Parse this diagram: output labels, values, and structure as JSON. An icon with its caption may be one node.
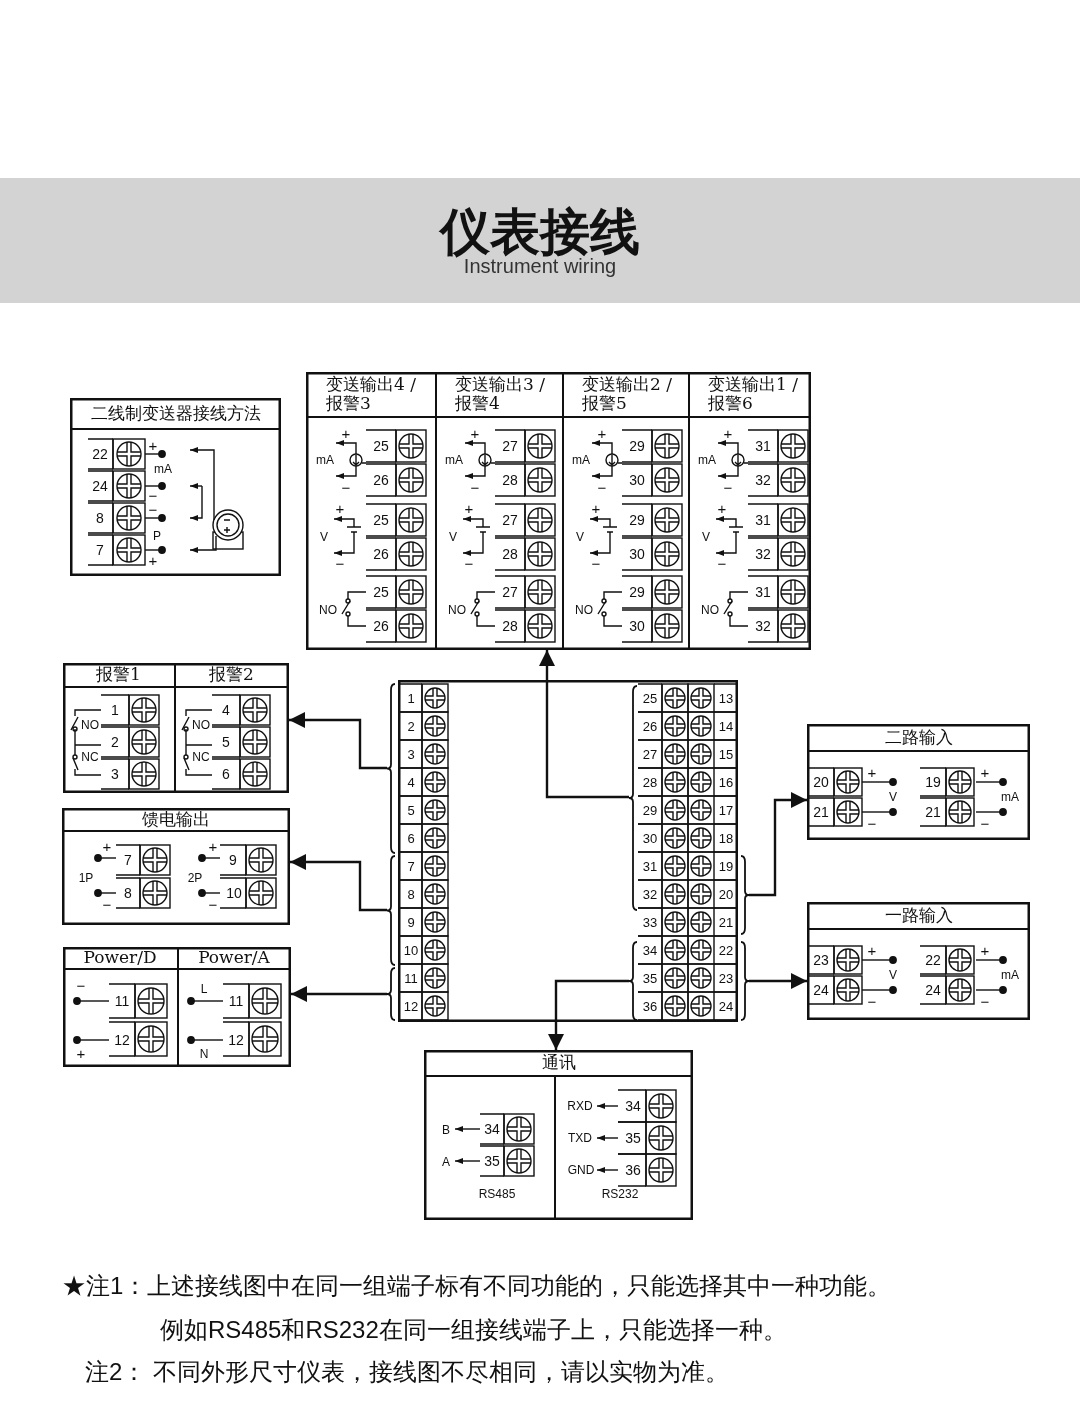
{
  "diagram": {
    "title": "仪表接线",
    "nodes": [
      {
        "text": [
          "二线制变送器接线方法",
          "22",
          "+",
          "mA",
          "24",
          "−",
          "8",
          "−",
          "P",
          "7",
          "+"
        ]
      },
      {
        "text": [],
        "shape": "box"
      },
      {
        "text": [
          "变送输出4 /报警3",
          "+",
          "25",
          "mA",
          "−",
          "26",
          "+",
          "25",
          "V",
          "−",
          "26",
          "25",
          "NO",
          "26"
        ],
        "in": 1
      },
      {
        "text": [
          "变送输出3 /报警4",
          "+",
          "27",
          "mA",
          "−",
          "28",
          "+",
          "27",
          "V",
          "−",
          "28",
          "27",
          "NO",
          "28"
        ],
        "in": 1
      },
      {
        "text": [
          "变送输出2 /报警5",
          "+",
          "29",
          "mA",
          "−",
          "30",
          "+",
          "29",
          "V",
          "−",
          "30",
          "29",
          "NO",
          "30"
        ],
        "in": 1
      },
      {
        "text": [
          "变送输出1 /报警6",
          "+",
          "31",
          "mA",
          "−",
          "32",
          "+",
          "31",
          "V",
          "−",
          "32",
          "31",
          "NO",
          "32"
        ],
        "in": 1
      },
      {
        "text": [],
        "shape": "box"
      },
      {
        "text": [
          "报警1",
          "1",
          "NO",
          "2",
          "NC",
          "3"
        ],
        "in": 6
      },
      {
        "text": [
          "报警2",
          "4",
          "NO",
          "5",
          "NC",
          "6"
        ],
        "in": 6
      },
      {
        "text": [
          "馈电输出",
          "+",
          "7",
          "1P",
          "−",
          "8",
          "+",
          "9",
          "2P",
          "−",
          "10"
        ]
      },
      {
        "text": [],
        "shape": "box"
      },
      {
        "text": [
          "Power/D",
          "−",
          "11",
          "12",
          "+"
        ],
        "in": 10
      },
      {
        "text": [
          "Power/A",
          "L",
          "11",
          "12",
          "N"
        ],
        "in": 10
      },
      {
        "text": [
          "1",
          "2",
          "3",
          "4",
          "5",
          "6",
          "7",
          "8",
          "9",
          "10",
          "11",
          "12",
          "25",
          "13",
          "26",
          "14",
          "27",
          "15",
          "28",
          "16",
          "29",
          "17",
          "30",
          "18",
          "31",
          "19",
          "32",
          "20",
          "33",
          "21",
          "34",
          "22",
          "35",
          "23",
          "36",
          "24"
        ]
      },
      {
        "text": [
          "二路输入",
          "20",
          "+",
          "V",
          "21",
          "−",
          "19",
          "+",
          "mA",
          "21",
          "−"
        ]
      },
      {
        "text": [
          "一路输入",
          "23",
          "+",
          "V",
          "24",
          "−",
          "22",
          "+",
          "mA",
          "24",
          "−"
        ]
      },
      {
        "text": [
          "通讯"
        ]
      },
      {
        "text": [
          "B",
          "34",
          "A",
          "35",
          "RS485"
        ],
        "in": 16
      },
      {
        "text": [
          "RXD",
          "34",
          "TXD",
          "35",
          "GND",
          "36",
          "RS232"
        ],
        "in": 16
      }
    ],
    "edges": [
      {
        "from": 13,
        "to": 1,
        "arrow": "to"
      },
      {
        "from": 13,
        "to": 6,
        "arrow": "to"
      },
      {
        "from": 13,
        "to": 9,
        "arrow": "to"
      },
      {
        "from": 13,
        "to": 10,
        "arrow": "to"
      },
      {
        "from": 13,
        "to": 16,
        "arrow": "to"
      },
      {
        "from": 13,
        "to": 14,
        "arrow": "to"
      },
      {
        "from": 13,
        "to": 15,
        "arrow": "to"
      }
    ],
    "labels": [
      "Instrument wiring",
      "★注1：上述接线图中在同一组端子标有不同功能的，只能选择其中一种功能。",
      "例如RS485和RS232在同一组接线端子上，只能选择一种。",
      "注2： 不同外形尺寸仪表，接线图不尽相同，请以实物为准。"
    ]
  }
}
